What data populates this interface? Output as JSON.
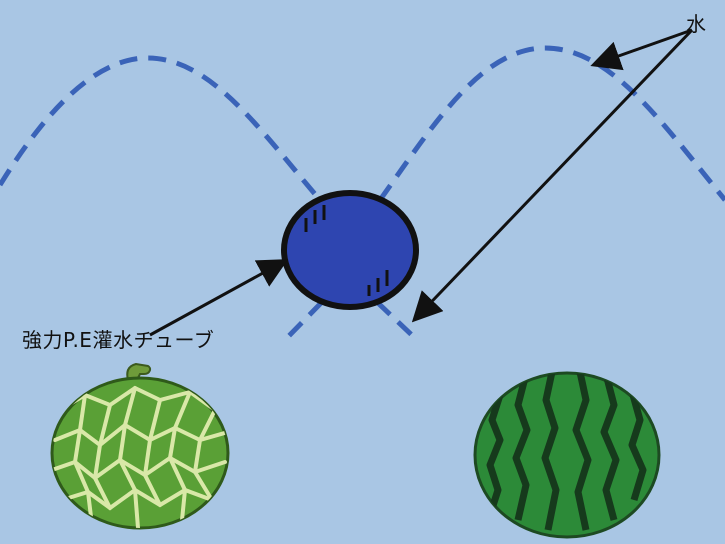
{
  "labels": {
    "water": "水",
    "tube": "強力P.E灌水チューブ"
  },
  "icons": [
    "water-spray-path",
    "irrigation-tube",
    "melon-icon",
    "watermelon-icon",
    "arrow"
  ],
  "colors": {
    "background": "#a9c6e4",
    "water_dash": "#3a63b8",
    "tube_fill": "#2e45b0",
    "melon_rind": "#5aa036",
    "melon_net": "#d9e8a8",
    "watermelon_green": "#2c8a38",
    "watermelon_stripe": "#163a1c"
  }
}
